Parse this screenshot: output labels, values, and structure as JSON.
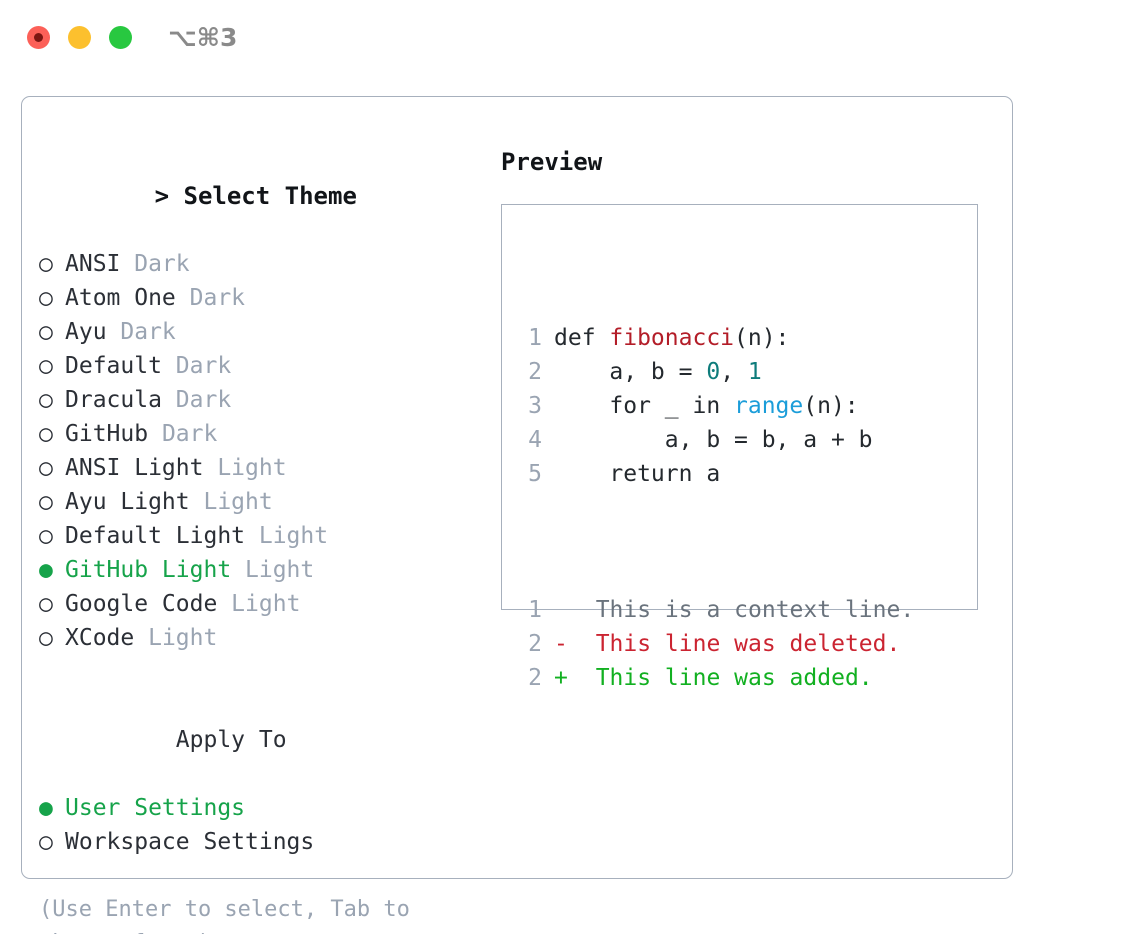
{
  "titlebar": {
    "shortcut": "⌥⌘3",
    "lights": [
      "close-red",
      "minimize-yellow",
      "zoom-green"
    ]
  },
  "theme_picker": {
    "prompt": ">",
    "heading": "Select Theme",
    "bullet_selected": "●",
    "bullet_unselected": "○",
    "options": [
      {
        "name": "ANSI",
        "category": "Dark",
        "selected": false
      },
      {
        "name": "Atom One",
        "category": "Dark",
        "selected": false
      },
      {
        "name": "Ayu",
        "category": "Dark",
        "selected": false
      },
      {
        "name": "Default",
        "category": "Dark",
        "selected": false
      },
      {
        "name": "Dracula",
        "category": "Dark",
        "selected": false
      },
      {
        "name": "GitHub",
        "category": "Dark",
        "selected": false
      },
      {
        "name": "ANSI Light",
        "category": "Light",
        "selected": false
      },
      {
        "name": "Ayu Light",
        "category": "Light",
        "selected": false
      },
      {
        "name": "Default Light",
        "category": "Light",
        "selected": false
      },
      {
        "name": "GitHub Light",
        "category": "Light",
        "selected": true
      },
      {
        "name": "Google Code",
        "category": "Light",
        "selected": false
      },
      {
        "name": "XCode",
        "category": "Light",
        "selected": false
      }
    ]
  },
  "apply_to": {
    "heading": "Apply To",
    "options": [
      {
        "name": "User Settings",
        "selected": true
      },
      {
        "name": "Workspace Settings",
        "selected": false
      }
    ]
  },
  "hint": "(Use Enter to select, Tab to change focus)",
  "preview": {
    "title": "Preview",
    "code_lines": [
      {
        "n": "1",
        "tokens": [
          {
            "t": "def ",
            "c": "plain"
          },
          {
            "t": "fibonacci",
            "c": "fn"
          },
          {
            "t": "(n):",
            "c": "plain"
          }
        ]
      },
      {
        "n": "2",
        "tokens": [
          {
            "t": "    a, b = ",
            "c": "plain"
          },
          {
            "t": "0",
            "c": "num"
          },
          {
            "t": ", ",
            "c": "plain"
          },
          {
            "t": "1",
            "c": "num"
          }
        ]
      },
      {
        "n": "3",
        "tokens": [
          {
            "t": "    for _ in ",
            "c": "plain"
          },
          {
            "t": "range",
            "c": "call"
          },
          {
            "t": "(n):",
            "c": "plain"
          }
        ]
      },
      {
        "n": "4",
        "tokens": [
          {
            "t": "        a, b = b, a + b",
            "c": "plain"
          }
        ]
      },
      {
        "n": "5",
        "tokens": [
          {
            "t": "    return a",
            "c": "plain"
          }
        ]
      }
    ],
    "diff_lines": [
      {
        "n": "1",
        "marker": " ",
        "text": "This is a context line.",
        "kind": "ctx"
      },
      {
        "n": "2",
        "marker": "-",
        "text": "This line was deleted.",
        "kind": "del"
      },
      {
        "n": "2",
        "marker": "+",
        "text": "This line was added.",
        "kind": "add"
      }
    ]
  },
  "colors": {
    "accent_green": "#16a34a",
    "muted": "#9aa4b2",
    "border": "#a7b0bd",
    "fn_red": "#b31d28",
    "num_teal": "#0e7c7b",
    "call_blue": "#1b9dd9",
    "diff_add": "#12b021",
    "diff_del": "#cb2431",
    "diff_ctx": "#6a737d"
  }
}
